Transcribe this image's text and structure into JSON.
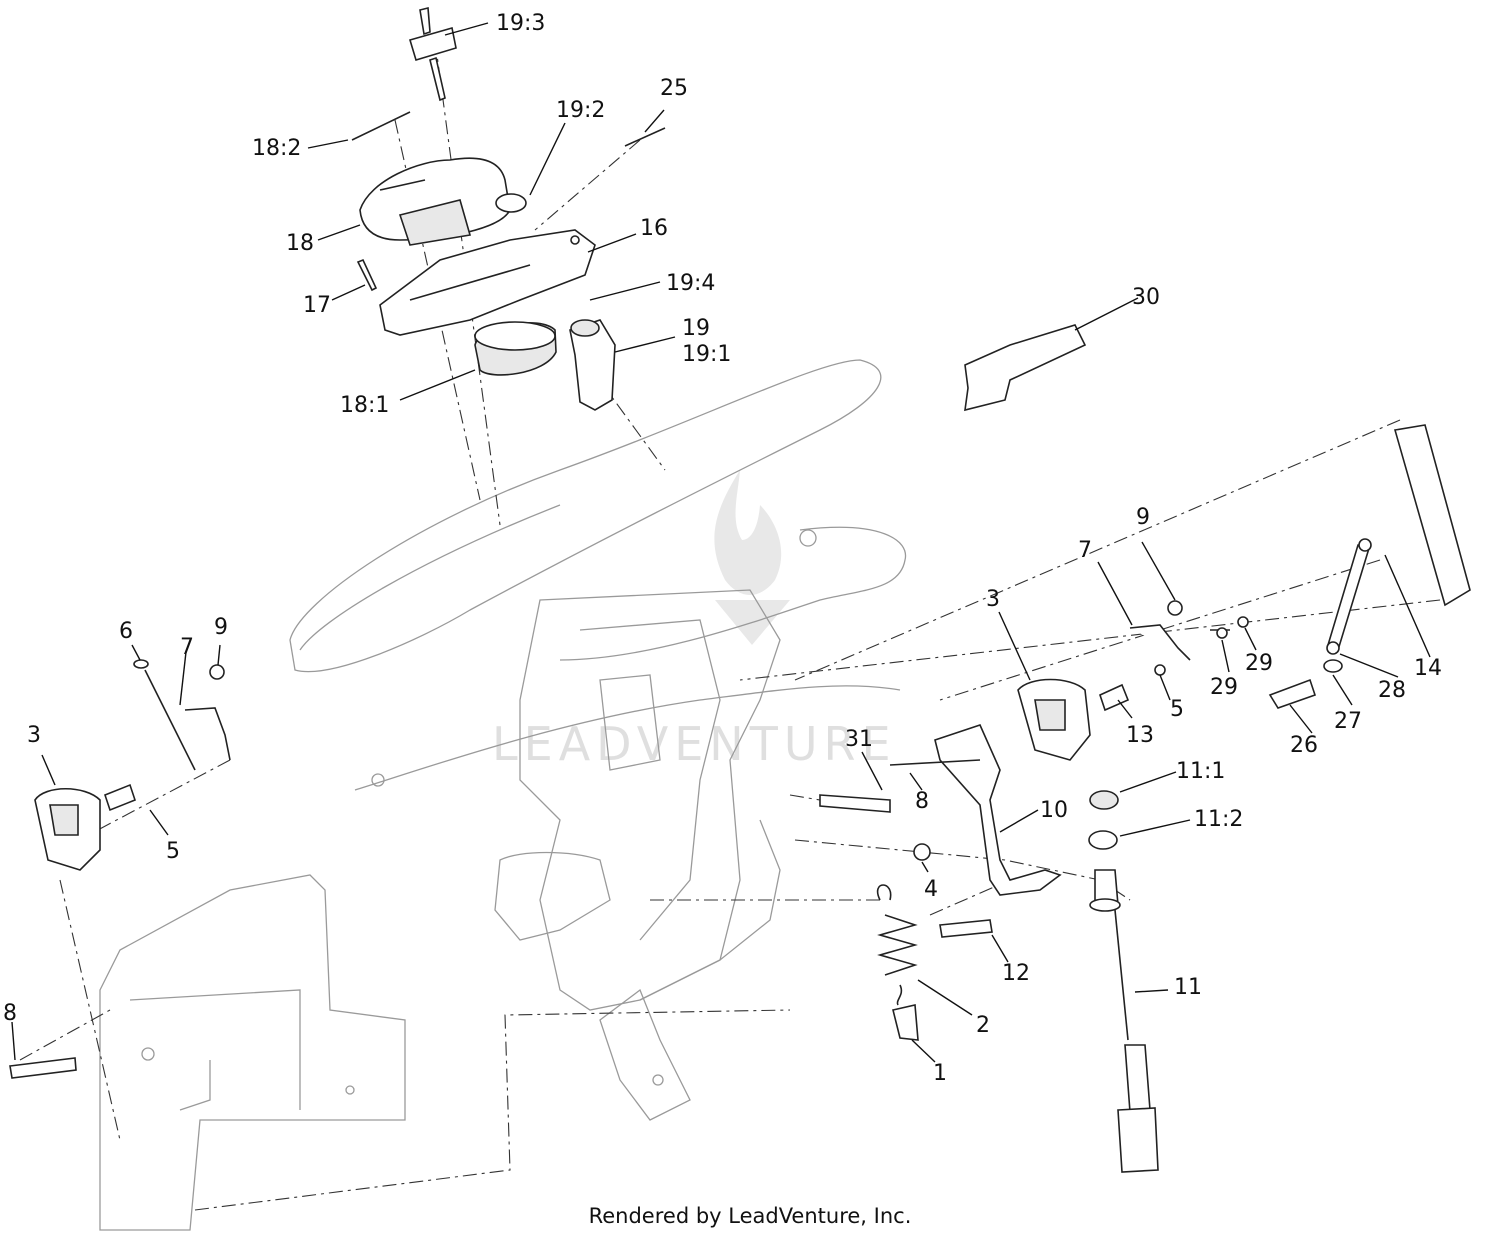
{
  "watermark": {
    "text": "LEADVENTURE"
  },
  "footer": {
    "credit": "Rendered by LeadVenture, Inc."
  },
  "callouts": {
    "c19_3": "19:3",
    "c25": "25",
    "c18_2": "18:2",
    "c19_2": "19:2",
    "c18": "18",
    "c16": "16",
    "c17": "17",
    "c19_4": "19:4",
    "c30": "30",
    "c19": "19",
    "c19_1": "19:1",
    "c18_1": "18:1",
    "c9_right": "9",
    "c7_right": "7",
    "c3_right": "3",
    "c29_a": "29",
    "c29_b": "29",
    "c14": "14",
    "c28": "28",
    "c27": "27",
    "c26": "26",
    "c5_right": "5",
    "c13": "13",
    "c31": "31",
    "c8_mid": "8",
    "c10": "10",
    "c11_1": "11:1",
    "c11_2": "11:2",
    "c4": "4",
    "c12": "12",
    "c11": "11",
    "c2": "2",
    "c1": "1",
    "c6": "6",
    "c7_left": "7",
    "c9_left": "9",
    "c3_left": "3",
    "c5_left": "5",
    "c8_left": "8"
  }
}
